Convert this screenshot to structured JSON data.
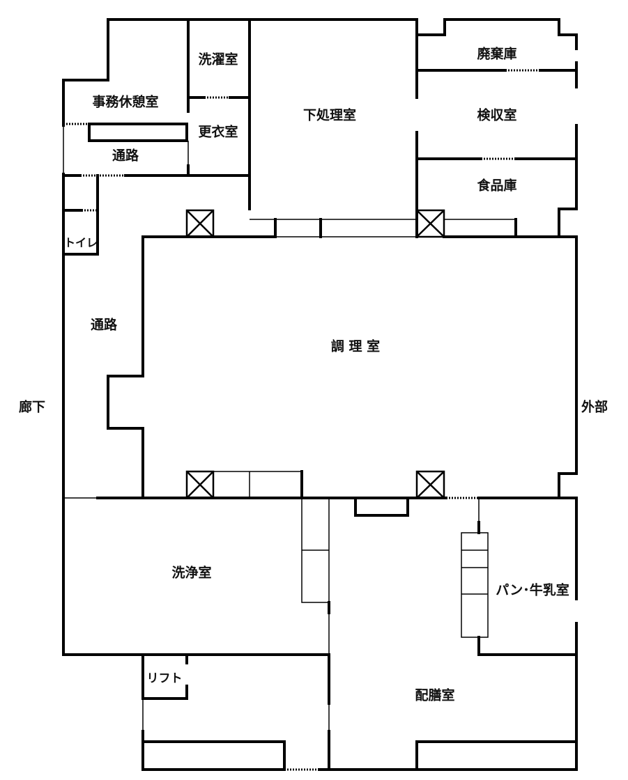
{
  "rooms": {
    "office": "事務休憩室",
    "laundry": "洗濯室",
    "changing": "更衣室",
    "passage_top": "通路",
    "prep": "下処理室",
    "waste": "廃棄庫",
    "inspection": "検収室",
    "food_storage": "食品庫",
    "toilet": "トイレ",
    "passage_left": "通路",
    "kitchen": "調 理 室",
    "corridor": "廊下",
    "outside": "外部",
    "washing": "洗浄室",
    "bread_milk": "パン･牛乳室",
    "lift": "リフト",
    "serving": "配膳室"
  }
}
